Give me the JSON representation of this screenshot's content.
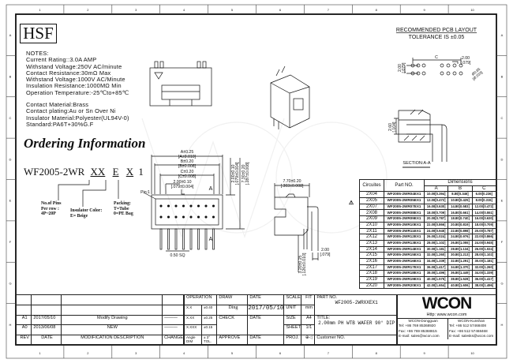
{
  "zones": {
    "columns": [
      "1",
      "2",
      "3",
      "4",
      "5",
      "6",
      "7",
      "8",
      "9",
      "10"
    ],
    "rows": [
      "A",
      "B",
      "C",
      "D",
      "E",
      "F",
      "G",
      "H"
    ]
  },
  "logo": "HSF",
  "watermark": "WCON",
  "notes": {
    "title": "NOTES:",
    "lines": [
      "Current Rating::3.0A AMP",
      "Withstand Voltage:250V AC/minute",
      "Contact Resistance:30mΩ Max",
      "Withstand Voltage:1000V AC/Minute",
      "Insulation Resistance:1000MΩ Min",
      "Operation Temperature:-25℃to+85℃"
    ],
    "lines2": [
      "Contact Material:Brass",
      "Contact plating:Au or Sn Over Ni",
      "Insulator Material:Polyester(UL94V-0)",
      "Standard:PA6T+30%G.F"
    ]
  },
  "ordering": {
    "title": "Ordering Information",
    "code_prefix": "WF2005-2WR",
    "code_xx": "XX",
    "code_e": "E",
    "code_x": "X",
    "code_1": "1",
    "pins_label": [
      "No.of Pins",
      "Per row :",
      "4P~20P"
    ],
    "color_label": [
      "Insulator Color:",
      "E= Beige"
    ],
    "packing_label": [
      "Packing:",
      "T=Tube",
      "0=PE Bag"
    ]
  },
  "pcb": {
    "title": "RECOMMENDED PCB LAYOUT",
    "tolerance": "TOLERANCE IS ±0.05",
    "dim_c": "C",
    "pitch_v": "2.00",
    "pitch_v_in": "[.079]",
    "pitch_h": "2.00",
    "pitch_h_in": "[.079]",
    "hole": "Ø0.85",
    "hole_in": "[Ø.033]"
  },
  "section": {
    "label": "SECTION:A-A",
    "dim": "2.60",
    "dim_in": "[.104]"
  },
  "front_view": {
    "pin1": "Pin:1",
    "dimA": "A±0.25",
    "dimA_in": "[A±0.010]",
    "dimB": "B±0.20",
    "dimB_in": "[B±0.008]",
    "dimC": "C±0.20",
    "dimC_in": "[C±0.008]",
    "pitch": "2.00±0.10",
    "pitch_in": "[.079±0.004]",
    "section_mark": "A",
    "pin_sq": "0.50 SQ",
    "vdim1": "2.00±0.10",
    "vdim1_in": "[.079±0.004]",
    "vdim2": "7.30±0.20",
    "vdim2_in": "[.287±0.008]"
  },
  "side_view": {
    "width": "7.70±0.20",
    "width_in": "[.303±0.008]",
    "tail": "3.20±0.25",
    "tail_in": "[.126±0.010]",
    "pitch": "2.00",
    "pitch_in": "[.079]"
  },
  "dims_table": {
    "headers": [
      "Circuites",
      "Part NO.",
      "Dimensions"
    ],
    "sub": [
      "A",
      "B",
      "C"
    ],
    "rows": [
      [
        "2X04",
        "WF2005-2WR04EX1",
        "10.00[0.394]",
        "8.80[0.346]",
        "6.00[0.236]"
      ],
      [
        "2X05",
        "WF2005-2WR05EX1",
        "12.00[0.472]",
        "10.80[0.425]",
        "8.00[0.315]"
      ],
      [
        "2X07",
        "WF2005-2WR07EX1",
        "16.00[0.630]",
        "14.80[0.583]",
        "12.00[0.472]"
      ],
      [
        "2X08",
        "WF2005-2WR08EX1",
        "18.00[0.709]",
        "16.80[0.661]",
        "14.00[0.551]"
      ],
      [
        "2X09",
        "WF2005-2WR09EX1",
        "20.00[0.787]",
        "18.80[0.740]",
        "16.00[0.630]"
      ],
      [
        "2X10",
        "WF2005-2WR10EX1",
        "22.00[0.866]",
        "20.80[0.819]",
        "18.00[0.709]"
      ],
      [
        "2X11",
        "WF2005-2WR11EX1",
        "24.00[0.945]",
        "22.80[0.898]",
        "20.00[0.787]"
      ],
      [
        "2X12",
        "WF2005-2WR12EX1",
        "26.00[1.024]",
        "24.80[0.976]",
        "22.00[0.866]"
      ],
      [
        "2X13",
        "WF2005-2WR13EX1",
        "28.00[1.102]",
        "26.80[1.055]",
        "24.00[0.945]"
      ],
      [
        "2X14",
        "WF2005-2WR14EX1",
        "30.00[1.181]",
        "28.80[1.134]",
        "26.00[1.024]"
      ],
      [
        "2X15",
        "WF2005-2WR15EX1",
        "32.00[1.260]",
        "30.80[1.213]",
        "28.00[1.102]"
      ],
      [
        "2X16",
        "WF2005-2WR16EX1",
        "34.00[1.339]",
        "32.80[1.291]",
        "30.00[1.181]"
      ],
      [
        "2X17",
        "WF2005-2WR17EX1",
        "36.00[1.417]",
        "34.80[1.370]",
        "32.00[1.260]"
      ],
      [
        "2X18",
        "WF2005-2WR18EX1",
        "38.00[1.496]",
        "36.80[1.449]",
        "34.00[1.339]"
      ],
      [
        "2X19",
        "WF2005-2WR19EX1",
        "40.00[1.575]",
        "38.80[1.528]",
        "36.00[1.417]"
      ],
      [
        "2X20",
        "WF2005-2WR20EX1",
        "42.00[1.654]",
        "40.80[1.606]",
        "38.00[1.496]"
      ]
    ]
  },
  "revisions": {
    "headers": [
      "REV",
      "DATE",
      "MODIFICATION DESCRIPTION",
      "CHANGE"
    ],
    "rows": [
      [
        "A1",
        "2017/05/10",
        "Modify Drawing",
        "———"
      ],
      [
        "A0",
        "2013/06/08",
        "NEW",
        "———"
      ]
    ]
  },
  "title_block": {
    "operation": "OPERATION",
    "tol": [
      [
        "X.X",
        "±0.40"
      ],
      [
        "X.XX",
        "±0.25"
      ],
      [
        "X.XXX",
        "±0.15"
      ],
      [
        "Angle",
        "± 3°"
      ],
      [
        "DIM",
        "TOL."
      ]
    ],
    "draw": "DRAW",
    "drawer": "Ding",
    "check": "CHECK",
    "approve": "APPROVE",
    "date": "DATE",
    "draw_date": "2017/05/10",
    "scale": "SCALE",
    "scale_v": "FIT",
    "unit": "UNIT",
    "unit_v": "mm",
    "size": "SIZE",
    "size_v": "A4",
    "sheet": "SHEET",
    "sheet_v": "1/1",
    "proj": "PROJ.",
    "proj_v": "⊕◁",
    "part_no_label": "PART NO.",
    "part_no": "WF2005-2WRXXEX1",
    "title_label": "TITLE:",
    "title": "2.00mm PH WTB WAFER 90° DIP",
    "customer": "Customer NO.",
    "brand": "WCON",
    "http": "Http: www.wcon.com",
    "office1": [
      "WCON-Dongguan",
      "Tel: +86 769 85368920",
      "Fax: +86 769 85368815",
      "E-mail: sales@wcon.com"
    ],
    "office2": [
      "WCON-Kunshan",
      "Tel: +86 512 57468408",
      "Fax: +86 512 57468468",
      "E-mail: salesks@wcon.com"
    ]
  }
}
